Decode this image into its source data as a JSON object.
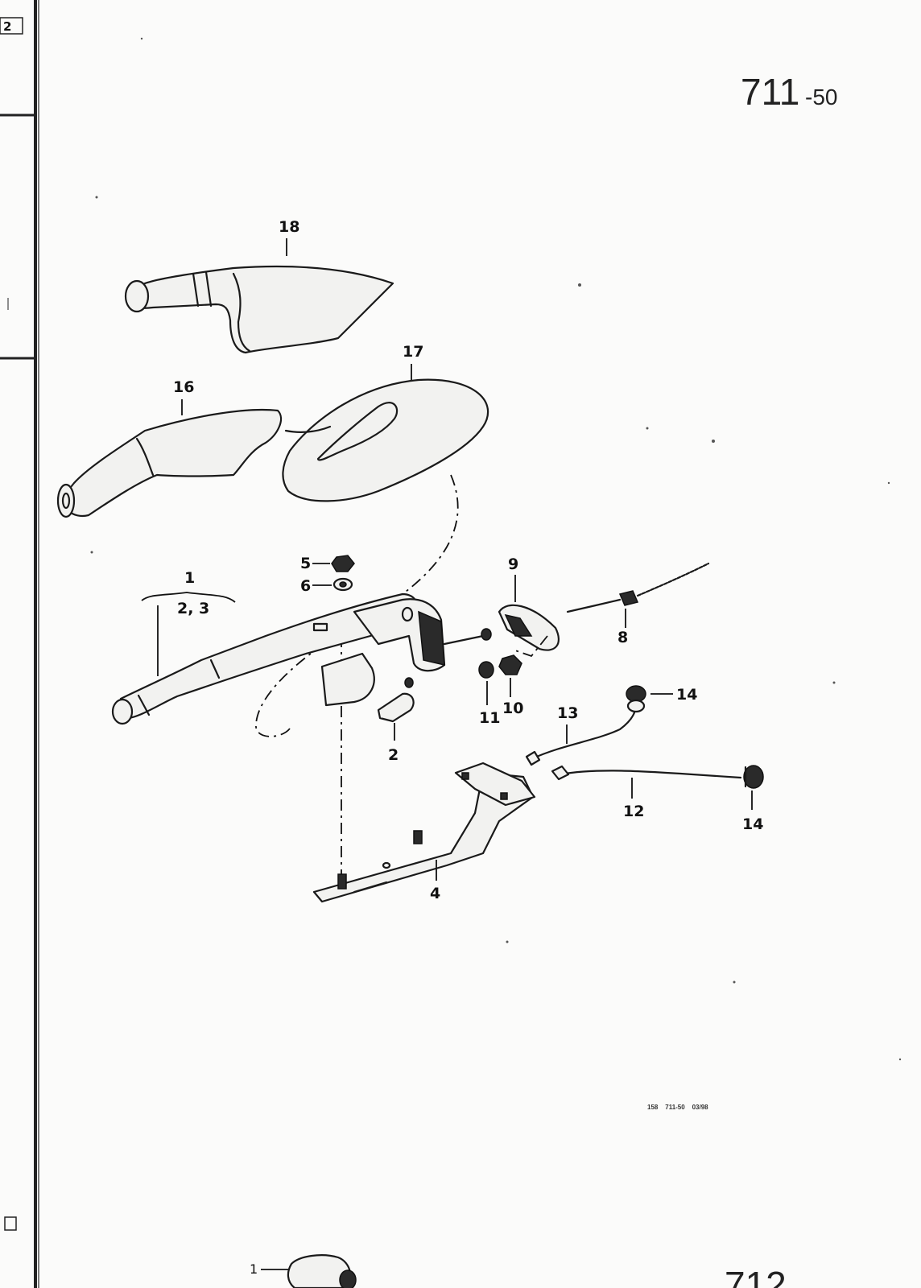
{
  "page": {
    "number_main": "711",
    "number_sub": "-50",
    "footer": "158    711-50    03/98",
    "next_page_partial": "712",
    "margin_tab": "2",
    "bottom_partial_callout": "1"
  },
  "callouts": {
    "c1": "1",
    "c1_sub": "2,  3",
    "c2": "2",
    "c4": "4",
    "c5": "5",
    "c6": "6",
    "c8": "8",
    "c9": "9",
    "c10": "10",
    "c11": "11",
    "c12": "12",
    "c13": "13",
    "c14a": "14",
    "c14b": "14",
    "c16": "16",
    "c17": "17",
    "c18": "18"
  }
}
